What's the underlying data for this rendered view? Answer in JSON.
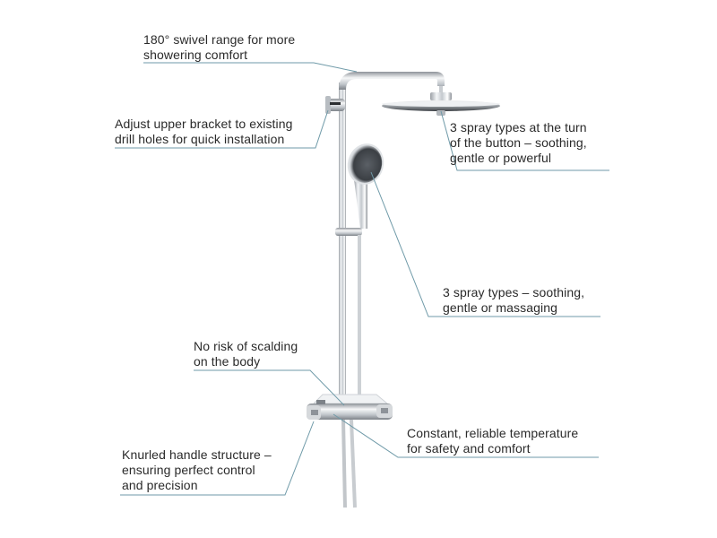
{
  "diagram": {
    "subject": "Thermostatic shower system with overhead rain shower and hand shower",
    "leader_line_color": "#6f9aa8",
    "callouts": [
      {
        "id": "swivel",
        "lines": [
          "180° swivel range for more",
          "showering comfort"
        ]
      },
      {
        "id": "bracket",
        "lines": [
          "Adjust upper bracket to existing",
          "drill holes for quick installation"
        ]
      },
      {
        "id": "head-shower-sprays",
        "lines": [
          "3 spray types at the turn",
          "of the button – soothing,",
          "gentle or powerful"
        ]
      },
      {
        "id": "hand-shower-sprays",
        "lines": [
          "3 spray types – soothing,",
          "gentle or massaging"
        ]
      },
      {
        "id": "anti-scald",
        "lines": [
          "No risk of scalding",
          "on the body"
        ]
      },
      {
        "id": "constant-temp",
        "lines": [
          "Constant, reliable temperature",
          "for safety and comfort"
        ]
      },
      {
        "id": "knurled-handle",
        "lines": [
          "Knurled handle structure –",
          "ensuring perfect control",
          "and precision"
        ]
      }
    ]
  }
}
